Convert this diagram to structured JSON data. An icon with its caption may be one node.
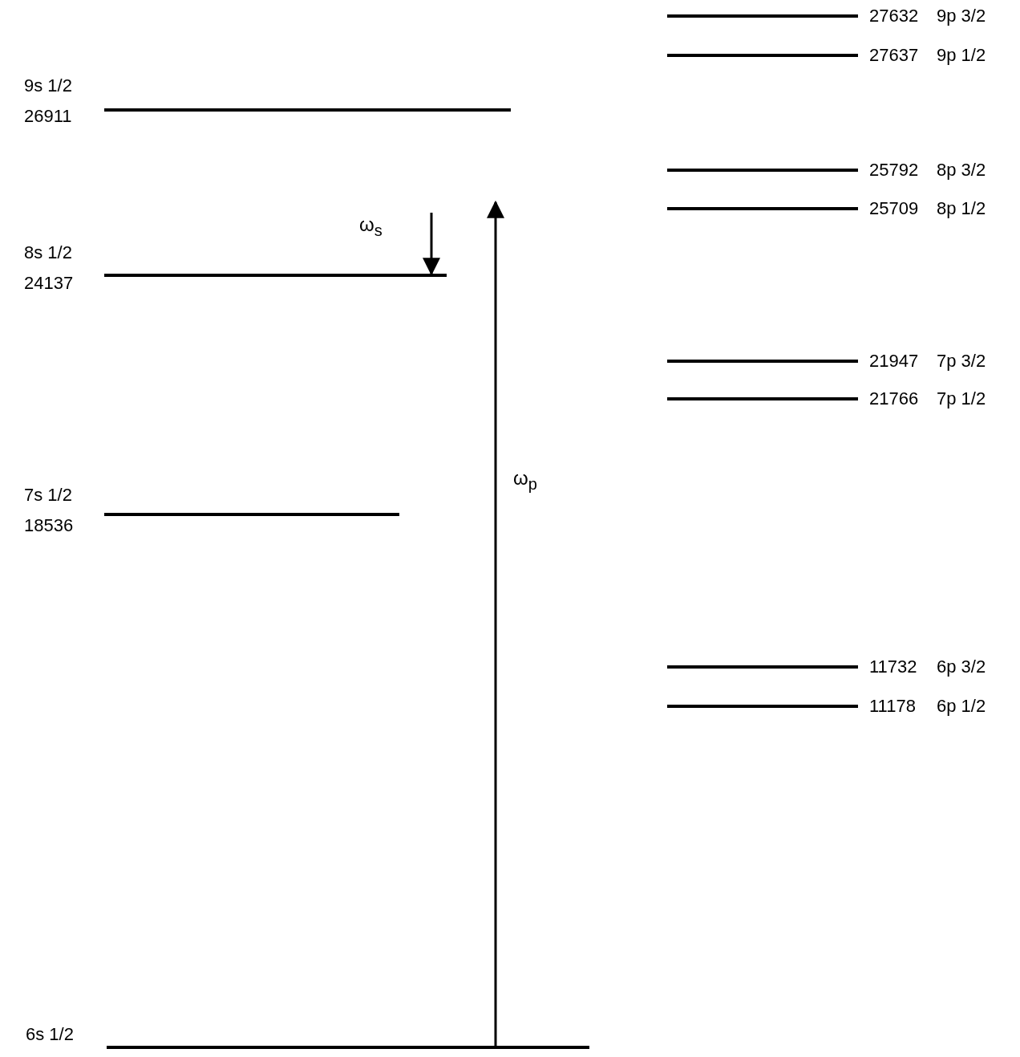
{
  "diagram": {
    "nodes": [
      {
        "text": [
          "9s 1/2",
          "26911"
        ]
      },
      {
        "text": [
          "8s 1/2",
          "24137"
        ]
      },
      {
        "text": [
          "7s 1/2",
          "18536"
        ]
      },
      {
        "text": [
          "6s 1/2"
        ]
      },
      {
        "text": [
          "27632",
          "9p 3/2"
        ]
      },
      {
        "text": [
          "27637",
          "9p 1/2"
        ]
      },
      {
        "text": [
          "25792",
          "8p 3/2"
        ]
      },
      {
        "text": [
          "25709",
          "8p 1/2"
        ]
      },
      {
        "text": [
          "21947",
          "7p 3/2"
        ]
      },
      {
        "text": [
          "21766",
          "7p 1/2"
        ]
      },
      {
        "text": [
          "11732",
          "6p 3/2"
        ]
      },
      {
        "text": [
          "11178",
          "6p 1/2"
        ]
      }
    ],
    "edges": [
      {
        "from": null,
        "to": 1,
        "arrow": "to",
        "label": "ω$_{s}$"
      },
      {
        "from": 3,
        "to": null,
        "arrow": "to",
        "label": "ω$_{p}$"
      }
    ]
  }
}
